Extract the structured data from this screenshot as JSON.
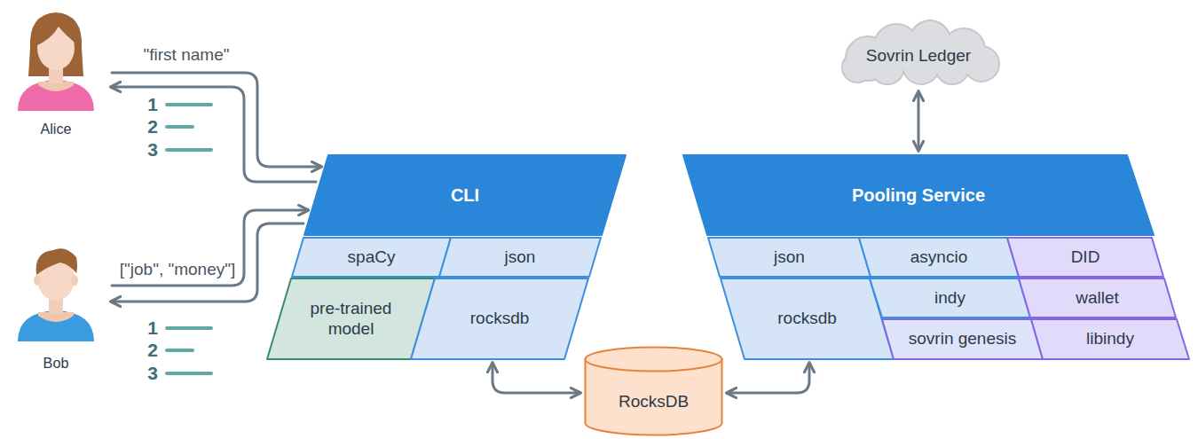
{
  "diagram": {
    "nodes": [
      {
        "text": [
          "Alice"
        ]
      },
      {
        "text": [
          "Bob"
        ]
      },
      {
        "text": [
          "CLI"
        ]
      },
      {
        "text": [
          "spaCy"
        ]
      },
      {
        "text": [
          "json"
        ]
      },
      {
        "text": [
          "pre-trained model"
        ]
      },
      {
        "text": [
          "rocksdb"
        ]
      },
      {
        "text": [
          "RocksDB"
        ]
      },
      {
        "text": [
          "Sovrin Ledger"
        ]
      },
      {
        "text": [
          "Pooling Service"
        ]
      },
      {
        "text": [
          "json"
        ]
      },
      {
        "text": [
          "asyncio"
        ]
      },
      {
        "text": [
          "DID"
        ]
      },
      {
        "text": [
          "rocksdb"
        ]
      },
      {
        "text": [
          "indy"
        ]
      },
      {
        "text": [
          "wallet"
        ]
      },
      {
        "text": [
          "sovrin genesis"
        ]
      },
      {
        "text": [
          "libindy"
        ]
      }
    ],
    "edges": [
      {
        "from": 0,
        "to": 2,
        "label": "\"first name\"",
        "arrow": "to"
      },
      {
        "from": 2,
        "to": 0,
        "arrow": "to"
      },
      {
        "from": 1,
        "to": 2,
        "label": "[\"job\", \"money\"]",
        "arrow": "to"
      },
      {
        "from": 2,
        "to": 1,
        "arrow": "to"
      },
      {
        "from": 6,
        "to": 7,
        "arrow": "both"
      },
      {
        "from": 13,
        "to": 7,
        "arrow": "both"
      },
      {
        "from": 8,
        "to": 9,
        "arrow": "both"
      }
    ],
    "labels": [
      "1",
      "2",
      "3",
      "1",
      "2",
      "3"
    ]
  }
}
